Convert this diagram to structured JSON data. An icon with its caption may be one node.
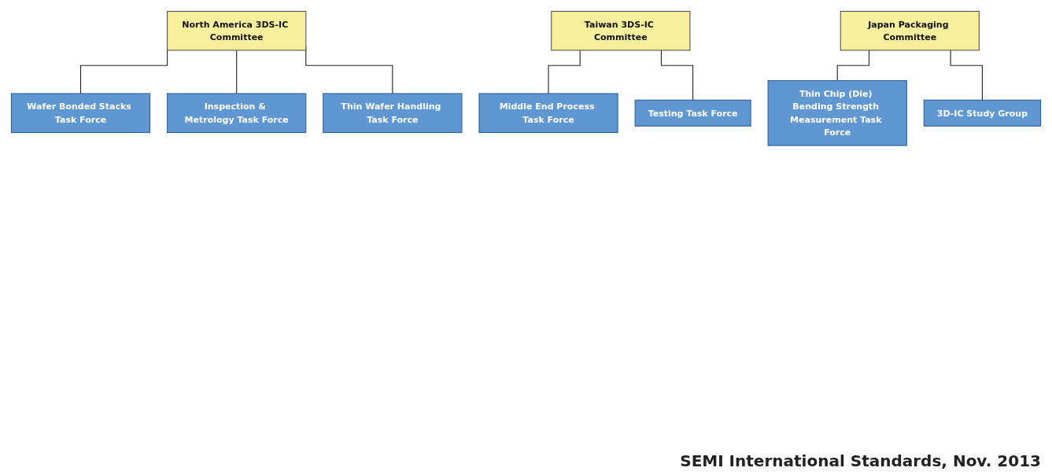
{
  "diagram": {
    "caption": "SEMI International Standards, Nov. 2013",
    "nodes": [
      {
        "text": [
          "North America 3DS-IC Committee"
        ]
      },
      {
        "text": [
          "Wafer Bonded Stacks Task Force"
        ]
      },
      {
        "text": [
          "Inspection & Metrology Task Force"
        ]
      },
      {
        "text": [
          "Thin Wafer Handling Task Force"
        ]
      },
      {
        "text": [
          "Taiwan 3DS-IC Committee"
        ]
      },
      {
        "text": [
          "Middle End Process Task Force"
        ]
      },
      {
        "text": [
          "Testing Task Force"
        ]
      },
      {
        "text": [
          "Japan Packaging Committee"
        ]
      },
      {
        "text": [
          "Thin Chip (Die) Bending Strength Measurement Task Force"
        ]
      },
      {
        "text": [
          "3D-IC Study Group"
        ]
      }
    ],
    "edges": [
      {
        "from": 0,
        "to": 1,
        "arrow": "none"
      },
      {
        "from": 0,
        "to": 2,
        "arrow": "none"
      },
      {
        "from": 0,
        "to": 3,
        "arrow": "none"
      },
      {
        "from": 4,
        "to": 5,
        "arrow": "none"
      },
      {
        "from": 4,
        "to": 6,
        "arrow": "none"
      },
      {
        "from": 7,
        "to": 8,
        "arrow": "none"
      },
      {
        "from": 7,
        "to": 9,
        "arrow": "none"
      }
    ]
  }
}
